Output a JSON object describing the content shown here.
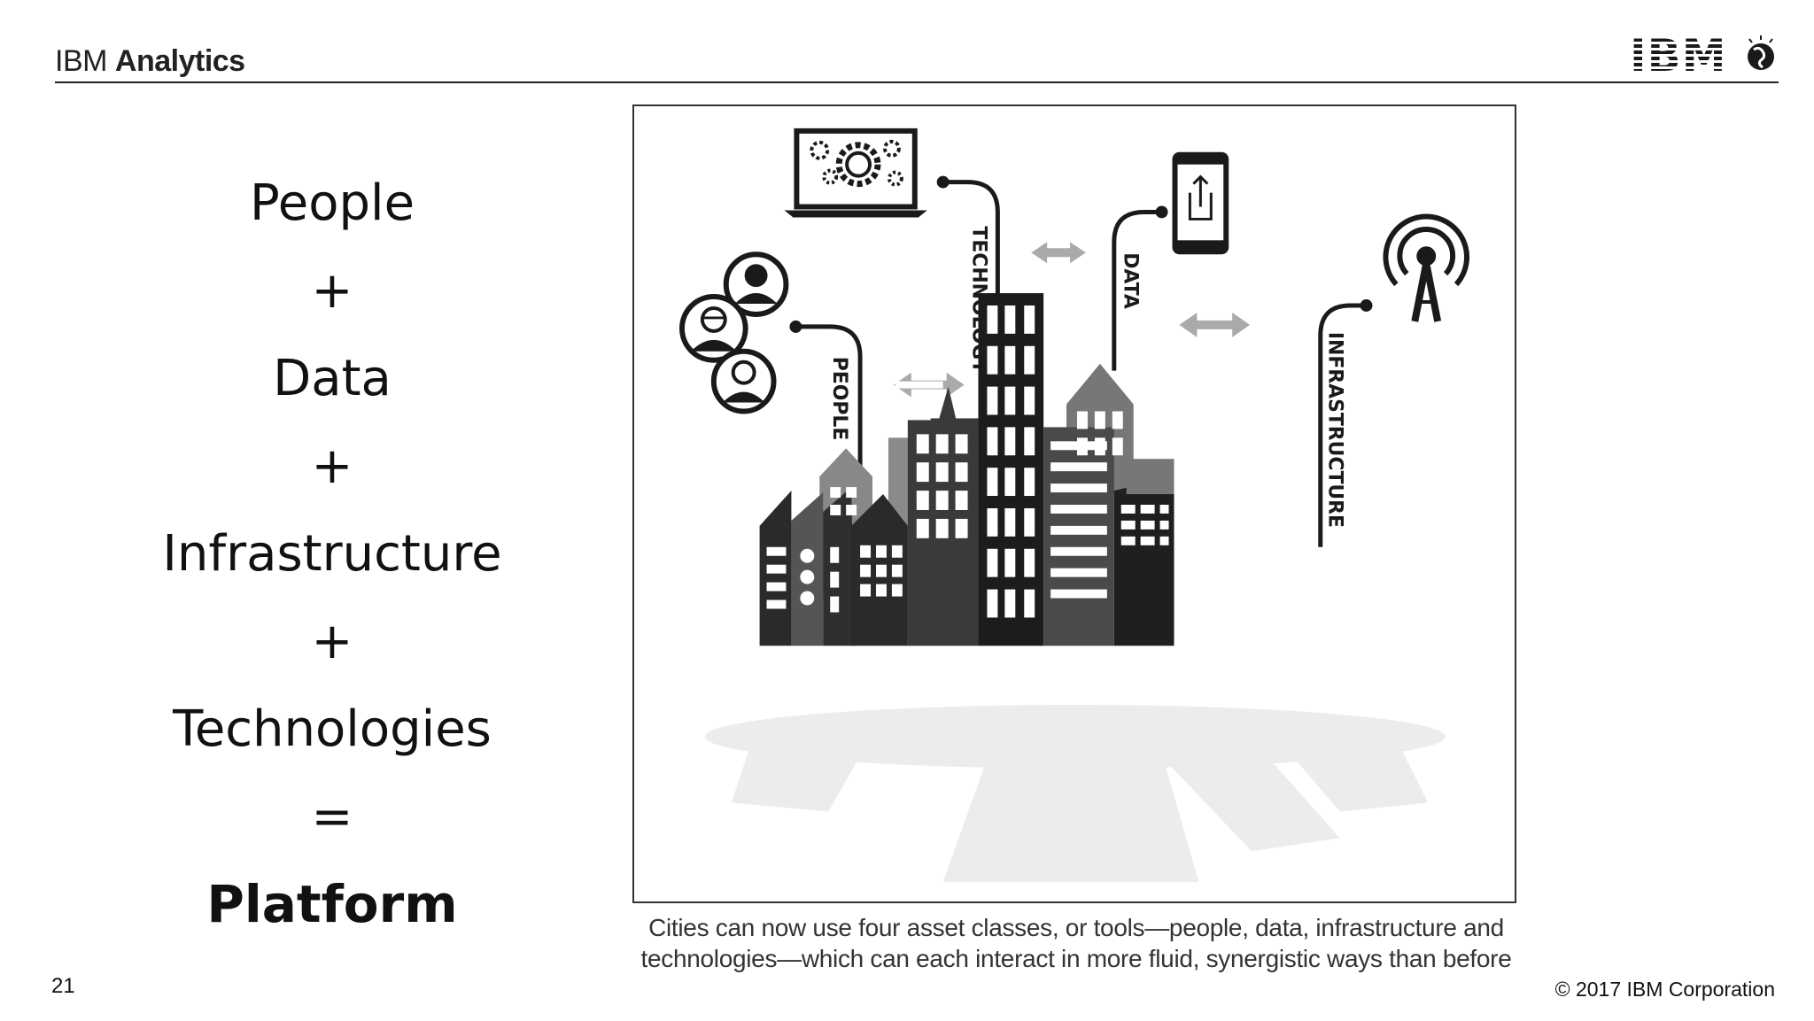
{
  "header": {
    "brand_ibm": "IBM",
    "brand_product": "Analytics"
  },
  "logo": {
    "text": "IBM"
  },
  "formula": {
    "lines": [
      "People",
      "+",
      "Data",
      "+",
      "Infrastructure",
      "+",
      "Technologies",
      "=",
      "Platform"
    ]
  },
  "figure": {
    "labels": {
      "people": "PEOPLE",
      "technology": "TECHNOLOGY",
      "data": "DATA",
      "infrastructure": "INFRASTRUCTURE"
    }
  },
  "caption": {
    "line1": "Cities can now use four asset classes, or tools—people, data, infrastructure and",
    "line2": "technologies—which can each interact in more fluid, synergistic ways than before"
  },
  "footer": {
    "page_number": "21",
    "copyright": "© 2017 IBM Corporation"
  }
}
